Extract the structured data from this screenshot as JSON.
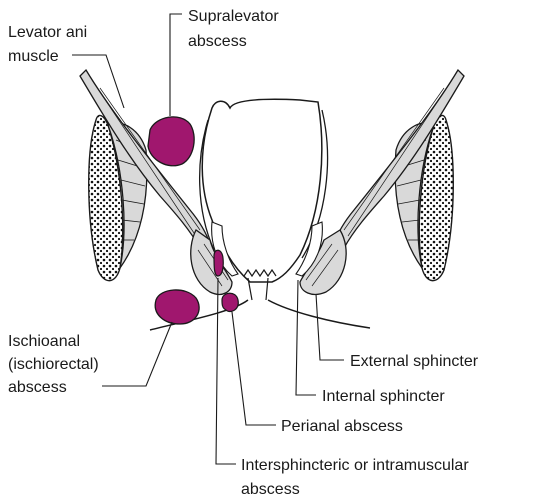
{
  "labels": {
    "supralevator": [
      "Supralevator",
      "abscess"
    ],
    "levator": [
      "Levator ani",
      "muscle"
    ],
    "ischioanal": [
      "Ischioanal",
      "(ischiorectal)",
      "abscess"
    ],
    "external_sphincter": "External sphincter",
    "internal_sphincter": "Internal sphincter",
    "perianal": "Perianal abscess",
    "intersphincteric": [
      "Intersphincteric or intramuscular",
      "abscess"
    ]
  },
  "colors": {
    "abscess": "#a0176e",
    "muscle_fill": "#d9d9d9",
    "line": "#1a1a1a",
    "background": "#ffffff"
  }
}
